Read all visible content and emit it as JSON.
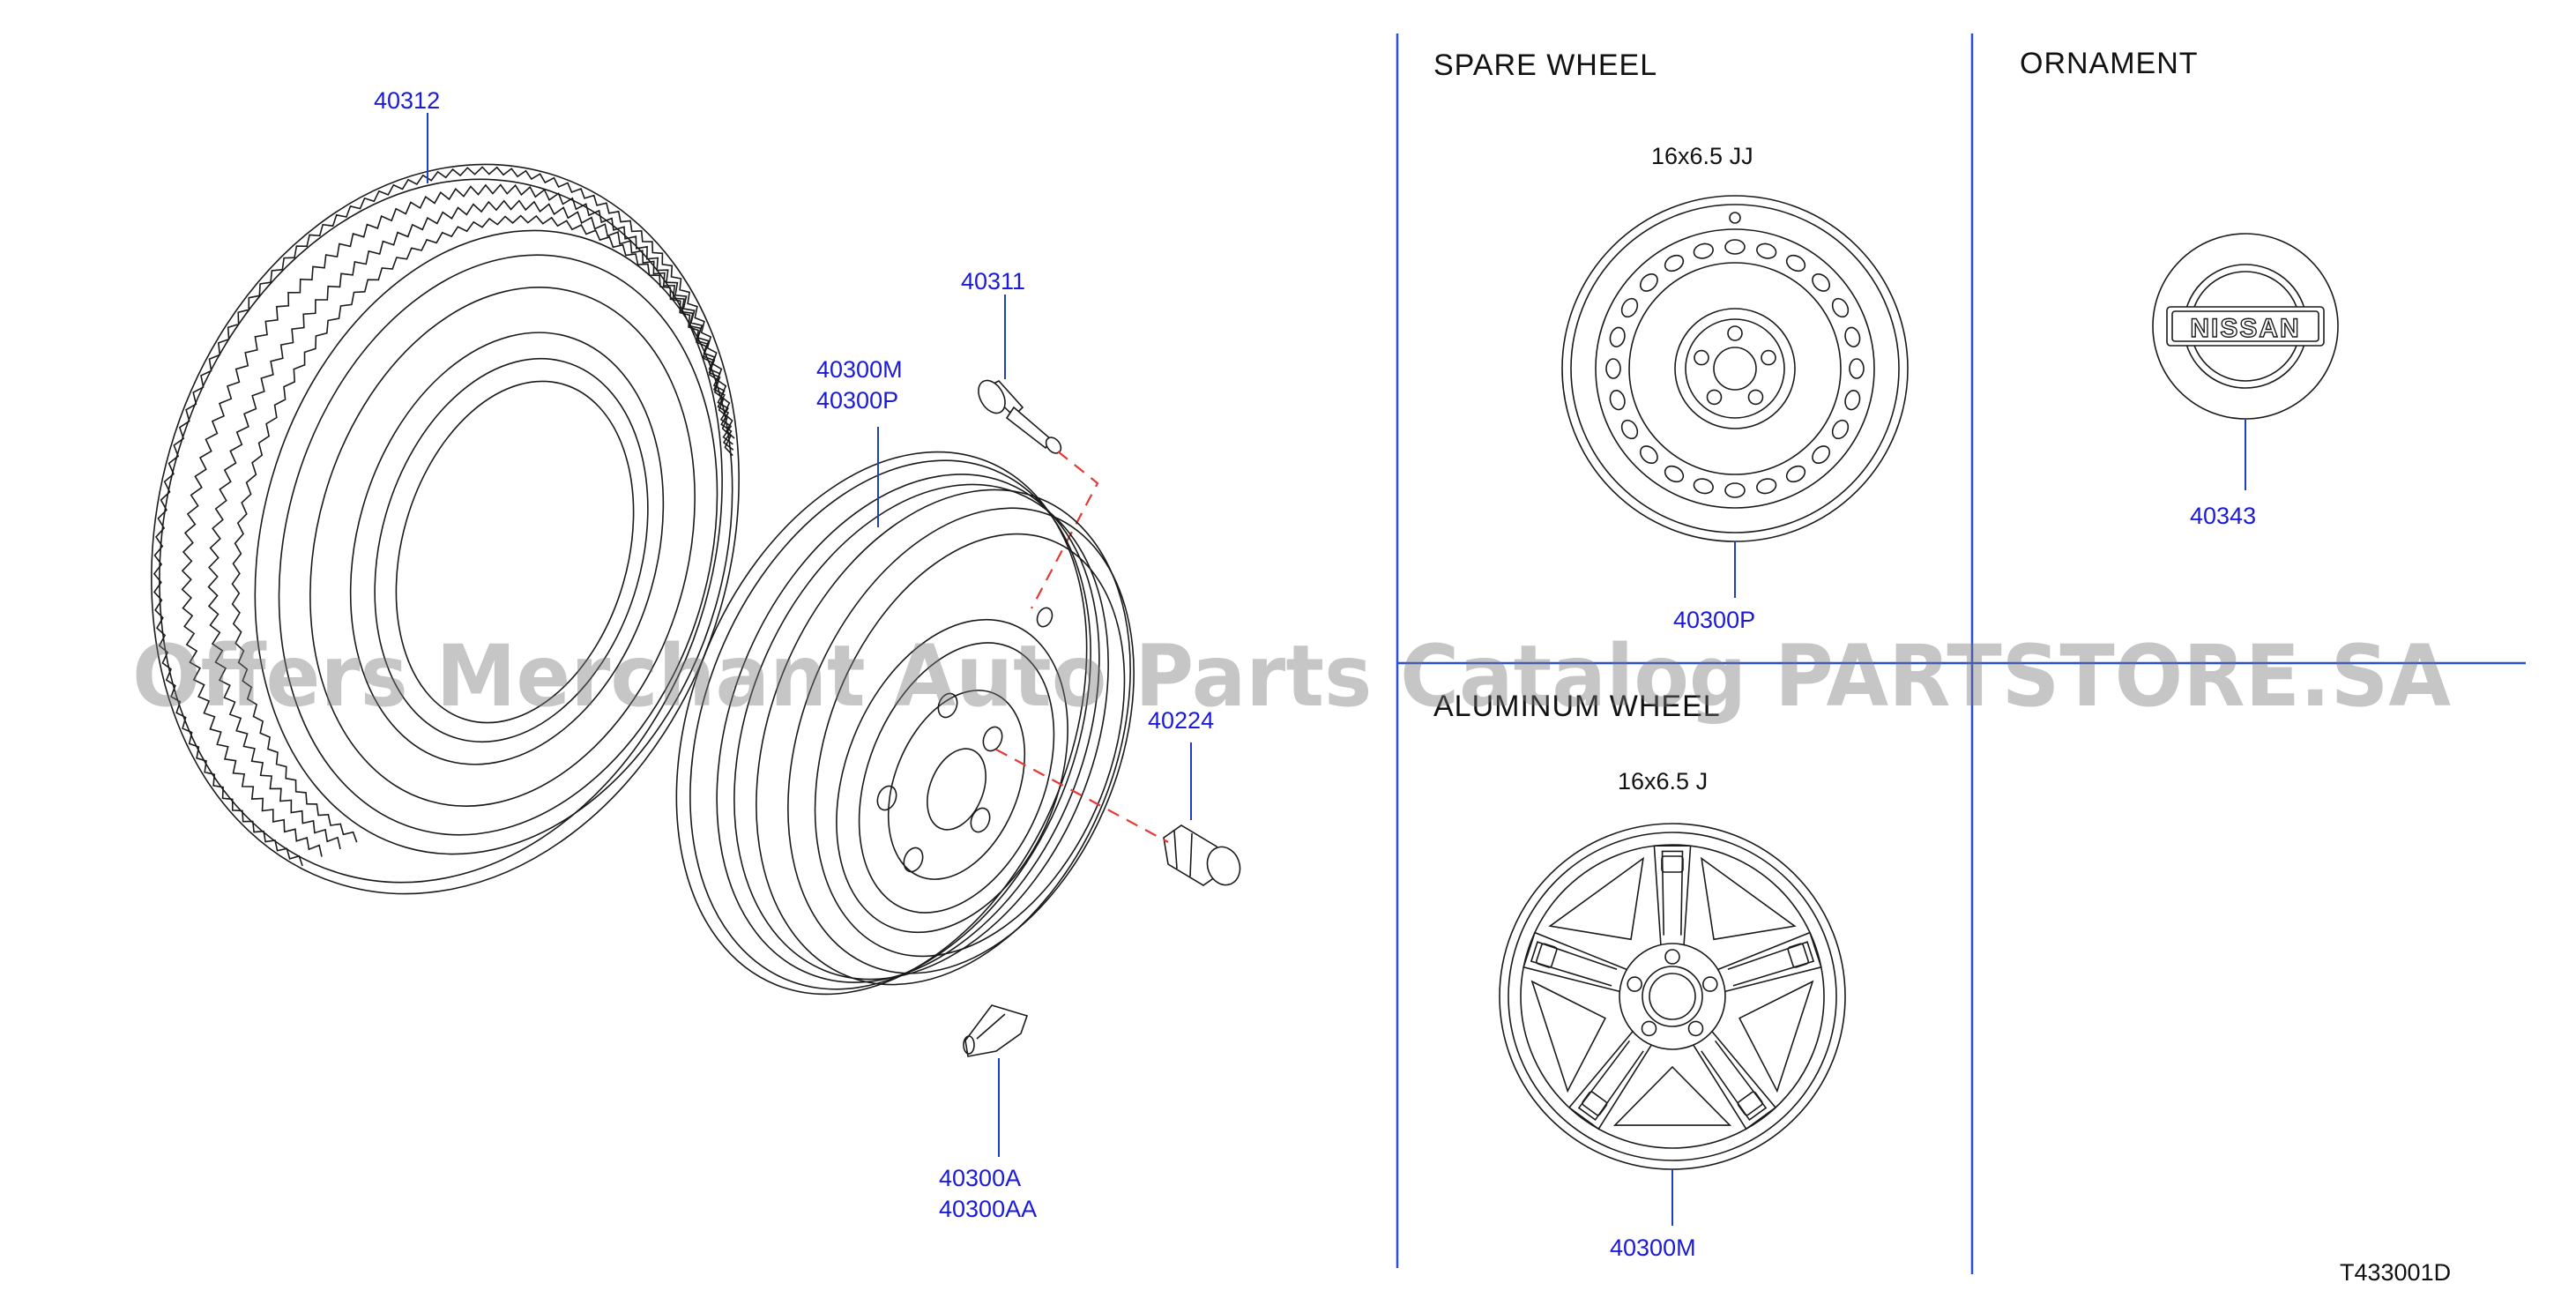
{
  "parts": {
    "tire": "40312",
    "valve": "40311",
    "wheel_m": "40300M",
    "wheel_p": "40300P",
    "weight_a": "40300A",
    "weight_aa": "40300AA",
    "nut": "40224",
    "spare_part": "40300P",
    "aluminum_part": "40300M",
    "ornament_part": "40343"
  },
  "sections": {
    "spare_title": "SPARE   WHEEL",
    "spare_size": "16x6.5   JJ",
    "aluminum_title": "ALUMINUM   WHEEL",
    "aluminum_size": "16x6.5   J",
    "ornament_title": "ORNAMENT"
  },
  "ornament_logo": "NISSAN",
  "diagram_code": "T433001D",
  "watermark": "Offers Merchant Auto Parts Catalog PARTSTORE.SA",
  "colors": {
    "part_number": "#1a1ad8",
    "leader": "#1f3fbf",
    "divider": "#2a4fd0",
    "dashed": "#e53935"
  }
}
